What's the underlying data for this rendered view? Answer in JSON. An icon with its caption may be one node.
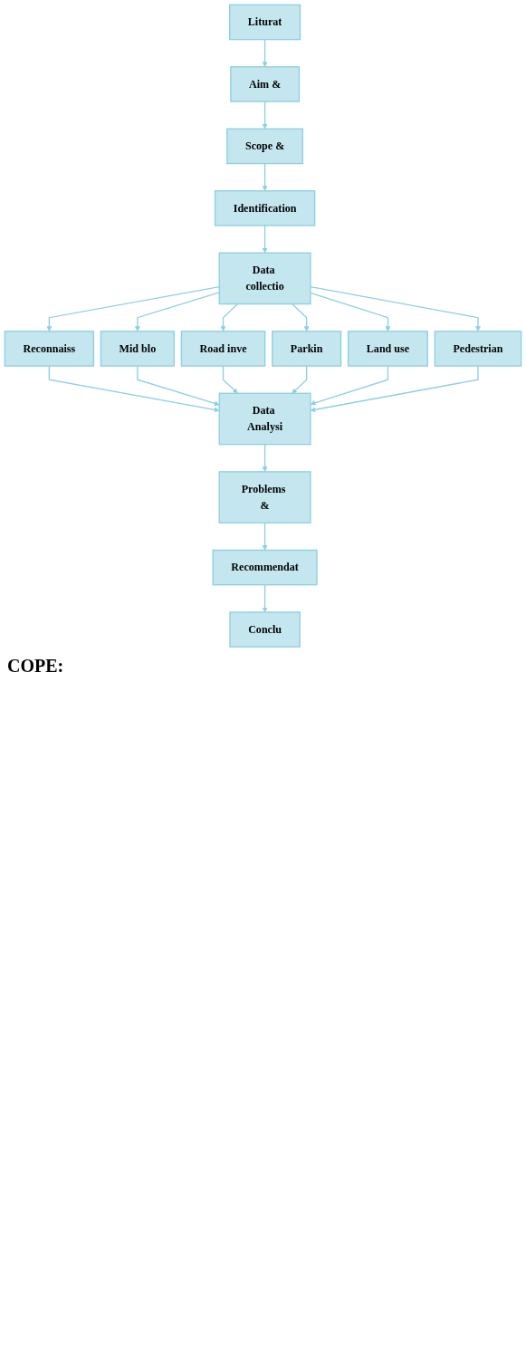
{
  "diagram": {
    "nodes": [
      {
        "text": [
          "Liturat"
        ]
      },
      {
        "text": [
          "Aim &"
        ]
      },
      {
        "text": [
          "Scope &"
        ]
      },
      {
        "text": [
          "Identification"
        ]
      },
      {
        "text": [
          "Data collectio"
        ]
      },
      {
        "text": [
          "Reconnaiss"
        ]
      },
      {
        "text": [
          "Mid blo"
        ]
      },
      {
        "text": [
          "Road inve"
        ]
      },
      {
        "text": [
          "Parkin"
        ]
      },
      {
        "text": [
          "Land use"
        ]
      },
      {
        "text": [
          "Pedestrian"
        ]
      },
      {
        "text": [
          "Data Analysi"
        ]
      },
      {
        "text": [
          "Problems &"
        ]
      },
      {
        "text": [
          "Recommendat"
        ]
      },
      {
        "text": [
          "Conclu"
        ]
      }
    ],
    "edges": [
      {
        "from": 0,
        "to": 1,
        "arrow": "to"
      },
      {
        "from": 1,
        "to": 2,
        "arrow": "to"
      },
      {
        "from": 2,
        "to": 3,
        "arrow": "to"
      },
      {
        "from": 3,
        "to": 4,
        "arrow": "to"
      },
      {
        "from": 4,
        "to": 5,
        "arrow": "to"
      },
      {
        "from": 4,
        "to": 6,
        "arrow": "to"
      },
      {
        "from": 4,
        "to": 7,
        "arrow": "to"
      },
      {
        "from": 4,
        "to": 8,
        "arrow": "to"
      },
      {
        "from": 4,
        "to": 9,
        "arrow": "to"
      },
      {
        "from": 4,
        "to": 10,
        "arrow": "to"
      },
      {
        "from": 5,
        "to": 11,
        "arrow": "to"
      },
      {
        "from": 6,
        "to": 11,
        "arrow": "to"
      },
      {
        "from": 7,
        "to": 11,
        "arrow": "to"
      },
      {
        "from": 8,
        "to": 11,
        "arrow": "to"
      },
      {
        "from": 9,
        "to": 11,
        "arrow": "to"
      },
      {
        "from": 10,
        "to": 11,
        "arrow": "to"
      },
      {
        "from": 11,
        "to": 12,
        "arrow": "to"
      },
      {
        "from": 12,
        "to": 13,
        "arrow": "to"
      },
      {
        "from": 13,
        "to": 14,
        "arrow": "to"
      }
    ],
    "labels": [
      "COPE:"
    ]
  }
}
